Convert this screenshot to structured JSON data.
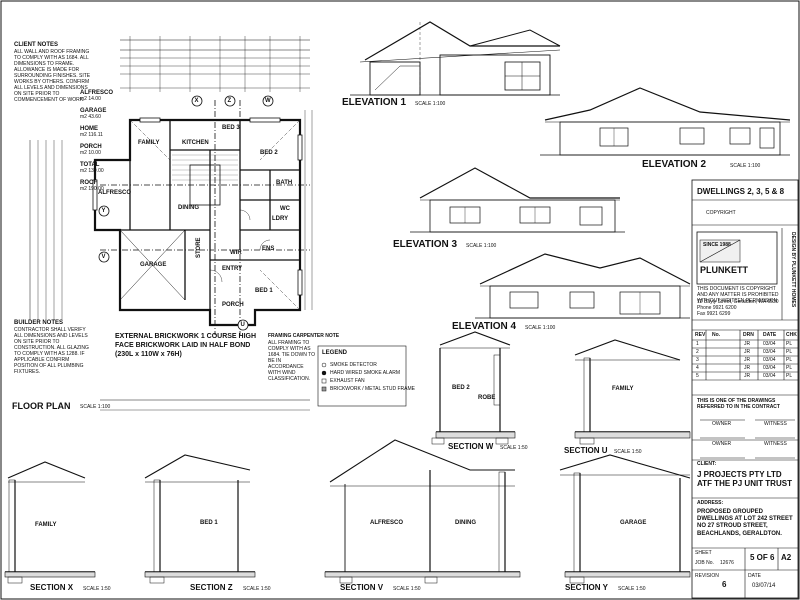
{
  "general_notes": {
    "title": "CLIENT NOTES",
    "body": "ALL WALL AND ROOF FRAMING TO COMPLY WITH AS 1684. ALL DIMENSIONS TO FRAME. ALLOWANCE IS MADE FOR SURROUNDING FINISHES. SITE WORKS BY OTHERS. CONFIRM ALL LEVELS AND DIMENSIONS ON SITE PRIOR TO COMMENCEMENT OF WORK."
  },
  "areas": [
    {
      "name": "ALFRESCO",
      "value": "m2 14.00"
    },
    {
      "name": "GARAGE",
      "value": "m2 43.60"
    },
    {
      "name": "HOME",
      "value": "m2 116.11"
    },
    {
      "name": "PORCH",
      "value": "m2 10.00"
    },
    {
      "name": "TOTAL",
      "value": "m2 139.00"
    },
    {
      "name": "ROOF",
      "value": "m2 190.00"
    }
  ],
  "builder_notes": {
    "title": "BUILDER NOTES",
    "body": "CONTRACTOR SHALL VERIFY ALL DIMENSIONS AND LEVELS ON SITE PRIOR TO CONSTRUCTION. ALL GLAZING TO COMPLY WITH AS 1288. IF APPLICABLE CONFIRM POSITION OF ALL PLUMBING FIXTURES."
  },
  "rooms": {
    "family": "FAMILY",
    "kitchen": "KITCHEN",
    "dining": "DINING",
    "alfresco": "ALFRESCO",
    "garage": "GARAGE",
    "bed2": "BED 2",
    "bed3": "BED 3",
    "bed1": "BED 1",
    "bath": "BATH",
    "wc": "WC",
    "ldry": "LDRY",
    "store": "STORE",
    "wir": "WIR",
    "entry": "ENTRY",
    "ens": "ENS",
    "porch": "PORCH"
  },
  "brick_note": "EXTERNAL BRICKWORK 1 COURSE HIGH FACE BRICKWORK LAID IN HALF BOND (230L x 110W x 76H)",
  "framing_note": {
    "title": "FRAMING CARPENTER NOTE",
    "body": "ALL FRAMING TO COMPLY WITH AS 1684. TIE DOWN TO BE IN ACCORDANCE WITH WIND CLASSIFICATION."
  },
  "legend": {
    "title": "LEGEND",
    "items": [
      "SMOKE DETECTOR",
      "HARD WIRED SMOKE ALARM",
      "EXHAUST FAN",
      "BRICKWORK / METAL STUD FRAME"
    ]
  },
  "floor_plan": {
    "title": "FLOOR PLAN",
    "scale": "SCALE 1:100"
  },
  "elevations": [
    {
      "title": "ELEVATION 1",
      "scale": "SCALE 1:100"
    },
    {
      "title": "ELEVATION 2",
      "scale": "SCALE 1:100"
    },
    {
      "title": "ELEVATION 3",
      "scale": "SCALE 1:100"
    },
    {
      "title": "ELEVATION 4",
      "scale": "SCALE 1:100"
    }
  ],
  "sections": [
    {
      "title": "SECTION W",
      "scale": "SCALE 1:50",
      "rooms": [
        "BED 2",
        "ROBE"
      ]
    },
    {
      "title": "SECTION U",
      "scale": "SCALE 1:50",
      "rooms": [
        "FAMILY"
      ]
    },
    {
      "title": "SECTION X",
      "scale": "SCALE 1:50",
      "rooms": [
        "FAMILY"
      ]
    },
    {
      "title": "SECTION Z",
      "scale": "SCALE 1:50",
      "rooms": [
        "BED 1"
      ]
    },
    {
      "title": "SECTION V",
      "scale": "SCALE 1:50",
      "rooms": [
        "ALFRESCO",
        "DINING"
      ]
    },
    {
      "title": "SECTION Y",
      "scale": "SCALE 1:50",
      "rooms": [
        "GARAGE"
      ]
    }
  ],
  "grid_markers": [
    "X",
    "W",
    "Z",
    "Y",
    "V",
    "U"
  ],
  "title_block": {
    "dwellings": "DWELLINGS 2, 3, 5 & 8",
    "copyright": "COPYRIGHT",
    "since": "SINCE 1988",
    "company": "PLUNKETT",
    "copyright_notice": "THIS DOCUMENT IS COPYRIGHT AND ANY MATTER IS PROHIBITED WITHOUT WRITTEN PERMISSION",
    "address_lines": [
      "12 Bayly Street, Geraldton, WA 6530",
      "Phone 9921 6200",
      "Fax 9921 6299"
    ],
    "vertical_text": "DESIGN BY PLUNKETT HOMES",
    "table_headers": [
      "REV",
      "No.",
      "DRN",
      "DATE",
      "CHK"
    ],
    "revisions": [
      {
        "rev": "1",
        "drn": "JR",
        "date": "03/04",
        "chk": "PL"
      },
      {
        "rev": "2",
        "drn": "JR",
        "date": "03/04",
        "chk": "PL"
      },
      {
        "rev": "3",
        "drn": "JR",
        "date": "03/04",
        "chk": "PL"
      },
      {
        "rev": "4",
        "drn": "JR",
        "date": "03/04",
        "chk": "PL"
      },
      {
        "rev": "5",
        "drn": "JR",
        "date": "03/04",
        "chk": "PL"
      }
    ],
    "contract_note": "THIS IS ONE OF THE DRAWINGS REFERRED TO IN THE CONTRACT",
    "owner_label": "OWNER",
    "witness_label": "WITNESS",
    "client_label": "CLIENT:",
    "client_name": "J PROJECTS PTY LTD ATF THE PJ UNIT TRUST",
    "address_label": "ADDRESS:",
    "address": "PROPOSED GROUPED DWELLINGS AT LOT 242 STREET NO 27 STROUD STREET, BEACHLANDS, GERALDTON.",
    "sheet_label": "SHEET",
    "sheet_no": "5 OF 6",
    "sheet_size": "A2",
    "job_no_label": "JOB No.",
    "job_no": "12676",
    "revision_label": "REVISION",
    "revision": "6",
    "date_label": "DATE",
    "date": "03/07/14"
  }
}
